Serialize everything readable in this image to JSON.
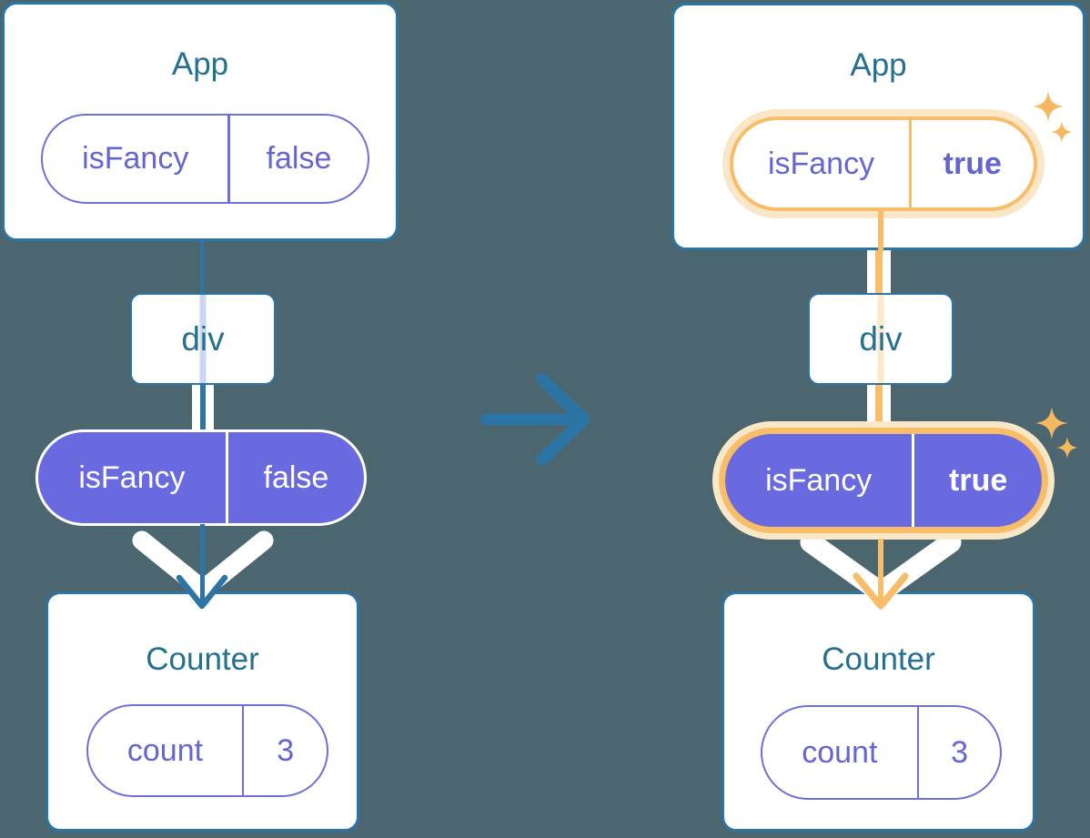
{
  "trees": {
    "before": {
      "app": {
        "title": "App",
        "prop": {
          "name": "isFancy",
          "value": "false"
        }
      },
      "div_box": {
        "label": "div"
      },
      "passed_prop": {
        "name": "isFancy",
        "value": "false"
      },
      "counter": {
        "title": "Counter",
        "state": {
          "name": "count",
          "value": "3"
        }
      }
    },
    "after": {
      "app": {
        "title": "App",
        "prop": {
          "name": "isFancy",
          "value": "true"
        }
      },
      "div_box": {
        "label": "div"
      },
      "passed_prop": {
        "name": "isFancy",
        "value": "true"
      },
      "counter": {
        "title": "Counter",
        "state": {
          "name": "count",
          "value": "3"
        }
      }
    }
  },
  "icons": {
    "transition_arrow": "right-arrow-icon",
    "sparkle": "sparkle-icon",
    "flow_arrow": "down-arrow-icon",
    "flow_chevron": "chevron-down-icon"
  },
  "colors": {
    "background": "#4C6670",
    "card_border_teal": "#2C75A4",
    "heading_text_teal": "#23708F",
    "purple_text": "#6565D2",
    "purple_fill": "#6A6AE0",
    "highlight_orange": "#F8BD68",
    "highlight_orange_pale": "#FAE7C8",
    "white": "#FFFFFF"
  }
}
